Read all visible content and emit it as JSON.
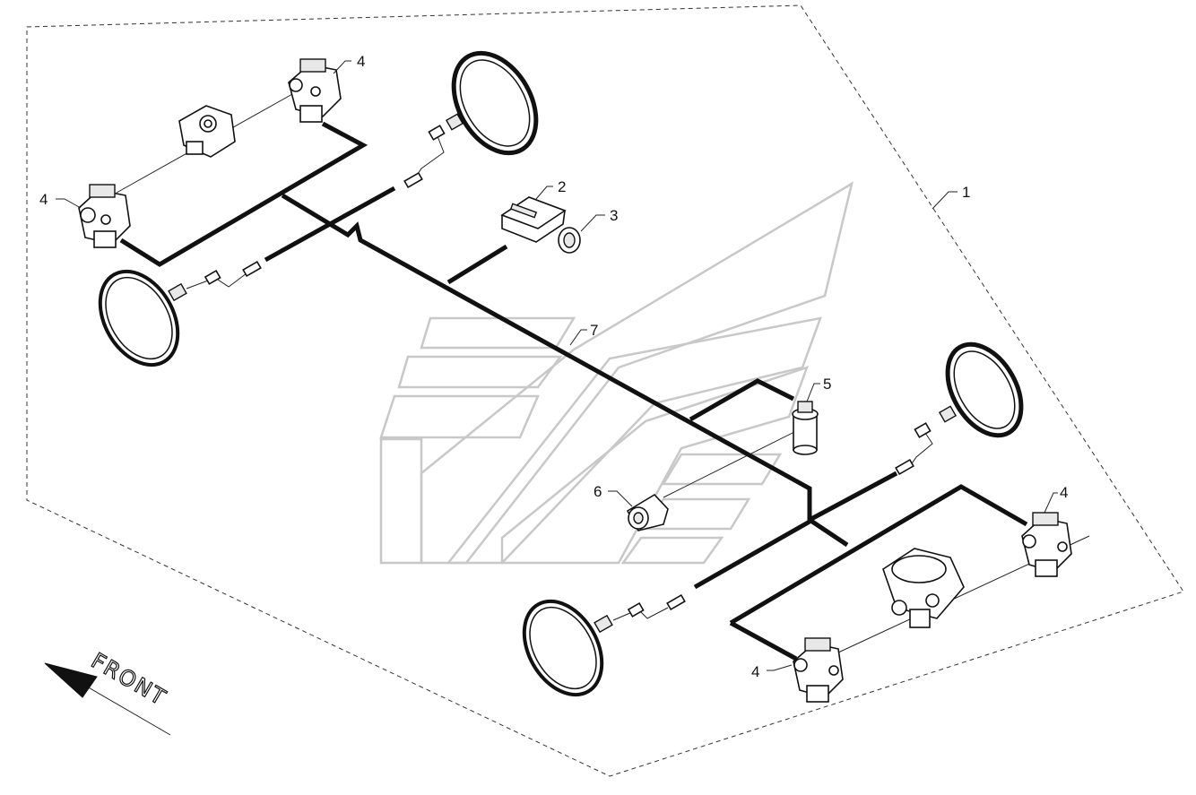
{
  "diagram": {
    "callouts": [
      {
        "id": "c1",
        "label": "1"
      },
      {
        "id": "c2",
        "label": "2"
      },
      {
        "id": "c3",
        "label": "3"
      },
      {
        "id": "c4a",
        "label": "4"
      },
      {
        "id": "c4b",
        "label": "4"
      },
      {
        "id": "c4c",
        "label": "4"
      },
      {
        "id": "c4d",
        "label": "4"
      },
      {
        "id": "c5",
        "label": "5"
      },
      {
        "id": "c6",
        "label": "6"
      },
      {
        "id": "c7",
        "label": "7"
      }
    ],
    "direction_label": "FRONT"
  }
}
